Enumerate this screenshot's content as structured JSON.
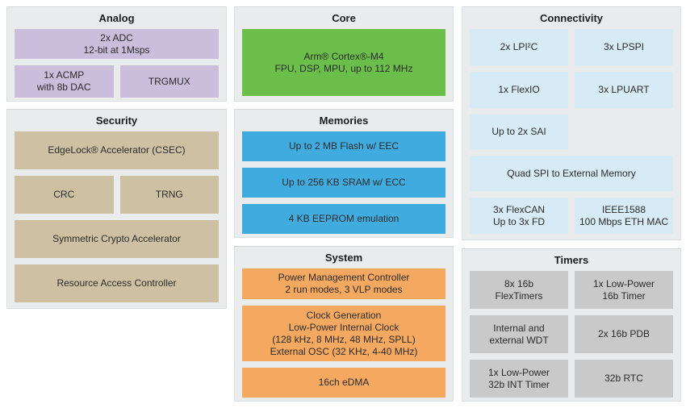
{
  "colors": {
    "panel_bg": "#e9ebec",
    "analog": "#cbbddc",
    "security": "#cdc0a3",
    "core": "#6bbe4a",
    "memories": "#3fabdf",
    "system": "#f5a960",
    "connectivity": "#d7ebf6",
    "timers": "#c9c9c9"
  },
  "diagram": {
    "analog": {
      "title": "Analog",
      "adc": "2x ADC\n12-bit at 1Msps",
      "acmp": "1x ACMP\nwith 8b DAC",
      "trgmux": "TRGMUX"
    },
    "security": {
      "title": "Security",
      "csec": "EdgeLock® Accelerator (CSEC)",
      "crc": "CRC",
      "trng": "TRNG",
      "crypto": "Symmetric Crypto Accelerator",
      "rac": "Resource Access Controller"
    },
    "core": {
      "title": "Core",
      "cpu": "Arm® Cortex®-M4\nFPU, DSP, MPU, up to 112 MHz"
    },
    "memories": {
      "title": "Memories",
      "flash": "Up to 2 MB Flash w/ EEC",
      "sram": "Up to 256 KB SRAM w/ ECC",
      "eeprom": "4 KB EEPROM emulation"
    },
    "system": {
      "title": "System",
      "pmc": "Power Management Controller\n2 run modes, 3 VLP modes",
      "clock": "Clock Generation\nLow-Power Internal Clock\n(128 kHz, 8 MHz, 48 MHz, SPLL)\nExternal OSC (32 KHz, 4-40 MHz)",
      "edma": "16ch eDMA"
    },
    "connectivity": {
      "title": "Connectivity",
      "lpi2c": "2x LPI²C",
      "lpspi": "3x LPSPI",
      "flexio": "1x FlexIO",
      "lpuart": "3x LPUART",
      "sai": "Up to 2x SAI",
      "quadspi": "Quad SPI to External Memory",
      "flexcan": "3x FlexCAN\nUp to 3x FD",
      "ethernet": "IEEE1588\n100 Mbps ETH MAC"
    },
    "timers": {
      "title": "Timers",
      "flextimers": "8x 16b\nFlexTimers",
      "lp_timer": "1x Low-Power\n16b Timer",
      "wdt": "Internal and\nexternal WDT",
      "pdb": "2x 16b PDB",
      "lpit": "1x Low-Power\n32b INT Timer",
      "rtc": "32b RTC"
    }
  }
}
